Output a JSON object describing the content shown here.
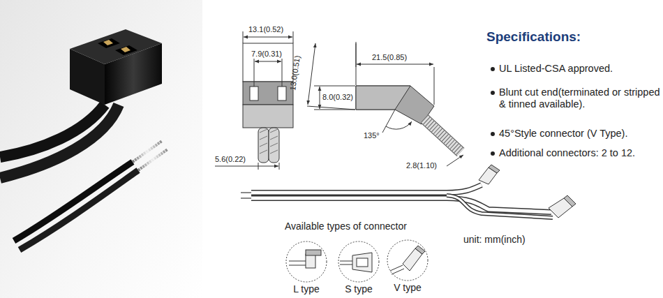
{
  "diagram": {
    "title": "Specifications:",
    "nodes": [
      {
        "text": [
          "L type"
        ]
      },
      {
        "text": [
          "S type"
        ]
      },
      {
        "text": [
          "V type"
        ]
      }
    ],
    "labels": [
      "13.1(0.52)",
      "7.9(0.31)",
      "5.6(0.22)",
      "13.0(0.51)",
      "8.0(0.32)",
      "21.5(0.85)",
      "135°",
      "2.8(1.10)",
      "UL Listed-CSA approved.",
      "Blunt cut end(terminated or stripped & tinned available).",
      "45°Style connector (V Type).",
      "Additional connectors: 2 to 12.",
      "Available types of connector",
      "unit: mm(inch)"
    ]
  }
}
